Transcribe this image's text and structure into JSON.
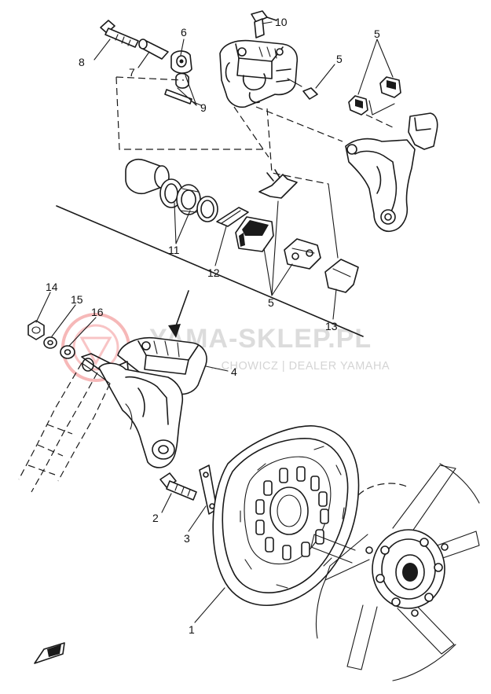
{
  "watermark": {
    "brand": "YAMA-SKLEP.PL",
    "tagline": "...CHOWICZ | DEALER YAMAHA",
    "logo_color": "#e8585a"
  },
  "callouts": {
    "c1": "1",
    "c2": "2",
    "c3": "3",
    "c4": "4",
    "c5a": "5",
    "c5b": "5",
    "c5c": "5",
    "c6": "6",
    "c7": "7",
    "c8": "8",
    "c9": "9",
    "c10": "10",
    "c11": "11",
    "c12": "12",
    "c13": "13",
    "c14": "14",
    "c15": "15",
    "c16": "16"
  },
  "icons": [
    "arrow-front-icon"
  ]
}
